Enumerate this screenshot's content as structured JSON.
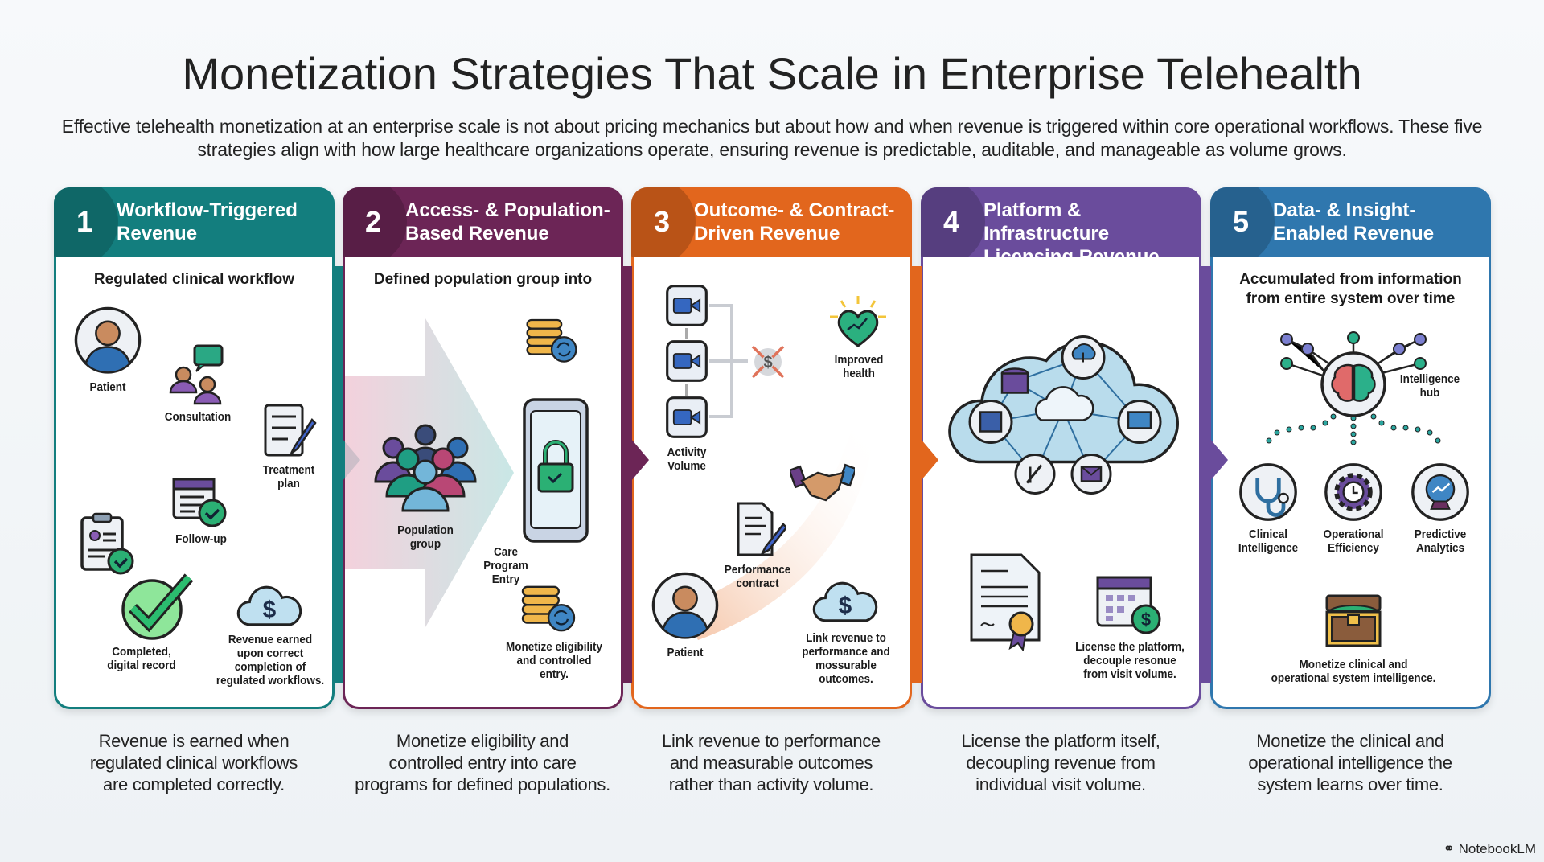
{
  "title": "Monetization Strategies That Scale in Enterprise Telehealth",
  "subtitle": "Effective telehealth monetization at an enterprise scale is not about pricing mechanics but about how and when revenue is triggered within core operational workflows. These five strategies align with how large healthcare organizations operate, ensuring revenue is predictable, auditable, and manageable as volume grows.",
  "colors": {
    "teal": "#137e7e",
    "plum": "#6c2556",
    "orange": "#e2661d",
    "violet": "#6a4c9c",
    "blue": "#2f77ae"
  },
  "cards": [
    {
      "number": "1",
      "title": "Workflow-Triggered\nRevenue",
      "subheading": "Regulated clinical workflow",
      "labels": {
        "patient": "Patient",
        "consultation": "Consultation",
        "treatment": "Treatment\nplan",
        "followup": "Follow-up",
        "completed": "Completed,\ndigital record",
        "revenue": "Revenue earned\nupon correct\ncompletion of\nregulated workflows."
      },
      "caption": "Revenue is earned when\nregulated clinical workflows\nare completed correctly."
    },
    {
      "number": "2",
      "title": "Access- & Population-\nBased Revenue",
      "subheading": "Defined population group into",
      "labels": {
        "population": "Population\ngroup",
        "care": "Care\nProgram\nEntry",
        "monetize": "Monetize eligibility\nand controlled\nentry."
      },
      "caption": "Monetize eligibility and\ncontrolled entry into care\nprograms for defined populations."
    },
    {
      "number": "3",
      "title": "Outcome- & Contract-\nDriven Revenue",
      "labels": {
        "activity": "Activity\nVolume",
        "health": "Improved\nhealth",
        "contract": "Performance\ncontract",
        "patient": "Patient",
        "link": "Link revenue to\nperformance and\nmossurable\noutcomes."
      },
      "caption": "Link revenue to performance\nand measurable outcomes\nrather than activity volume."
    },
    {
      "number": "4",
      "title": "Platform & Infrastructure\nLicensing Revenue",
      "labels": {
        "license": "License the platform,\ndecouple resonue\nfrom visit volume."
      },
      "caption": "License the platform itself,\ndecoupling revenue from\nindividual visit volume."
    },
    {
      "number": "5",
      "title": "Data- & Insight-\nEnabled Revenue",
      "subheading": "Accumulated from information\nfrom entire system over time",
      "labels": {
        "hub": "Intelligence\nhub",
        "clinical": "Clinical\nIntelligence",
        "operational": "Operational\nEfficiency",
        "predictive": "Predictive\nAnalytics",
        "monetize": "Monetize clinical and\noperational system intelligence."
      },
      "caption": "Monetize the clinical and\noperational intelligence the\nsystem learns over time."
    }
  ],
  "brand": "NotebookLM"
}
